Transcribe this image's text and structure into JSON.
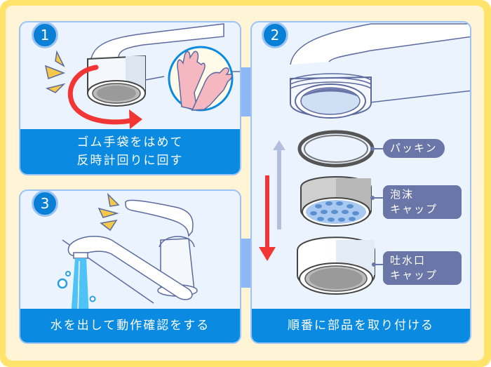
{
  "steps": [
    {
      "number": "1",
      "caption_line1": "ゴム手袋をはめて",
      "caption_line2": "反時計回りに回す"
    },
    {
      "number": "2",
      "caption": "順番に部品を取り付ける",
      "parts": [
        {
          "label": "パッキン"
        },
        {
          "label_line1": "泡沫",
          "label_line2": "キャップ"
        },
        {
          "label_line1": "吐水口",
          "label_line2": "キャップ"
        }
      ]
    },
    {
      "number": "3",
      "caption": "水を出して動作確認をする"
    }
  ],
  "icons": {
    "step1": [
      "faucet-aerator-icon",
      "rotate-counterclockwise-arrow-icon",
      "rubber-gloves-icon",
      "sparkle-icon"
    ],
    "step2": [
      "faucet-spout-icon",
      "gasket-icon",
      "foam-cap-icon",
      "outlet-cap-icon",
      "assembly-direction-arrow-icon"
    ],
    "step3": [
      "kitchen-faucet-icon",
      "water-stream-icon",
      "sparkle-icon"
    ]
  },
  "colors": {
    "frame": "#ffe36a",
    "background": "#fff5d6",
    "panel": "#eaf3fe",
    "panel_border": "#9cc3f5",
    "caption_bar": "#0a8ae0",
    "badge": "#0a7fd6",
    "label": "#6a76a8",
    "flow_arrow": "#8db8f5",
    "red_arrow": "#f23535"
  }
}
